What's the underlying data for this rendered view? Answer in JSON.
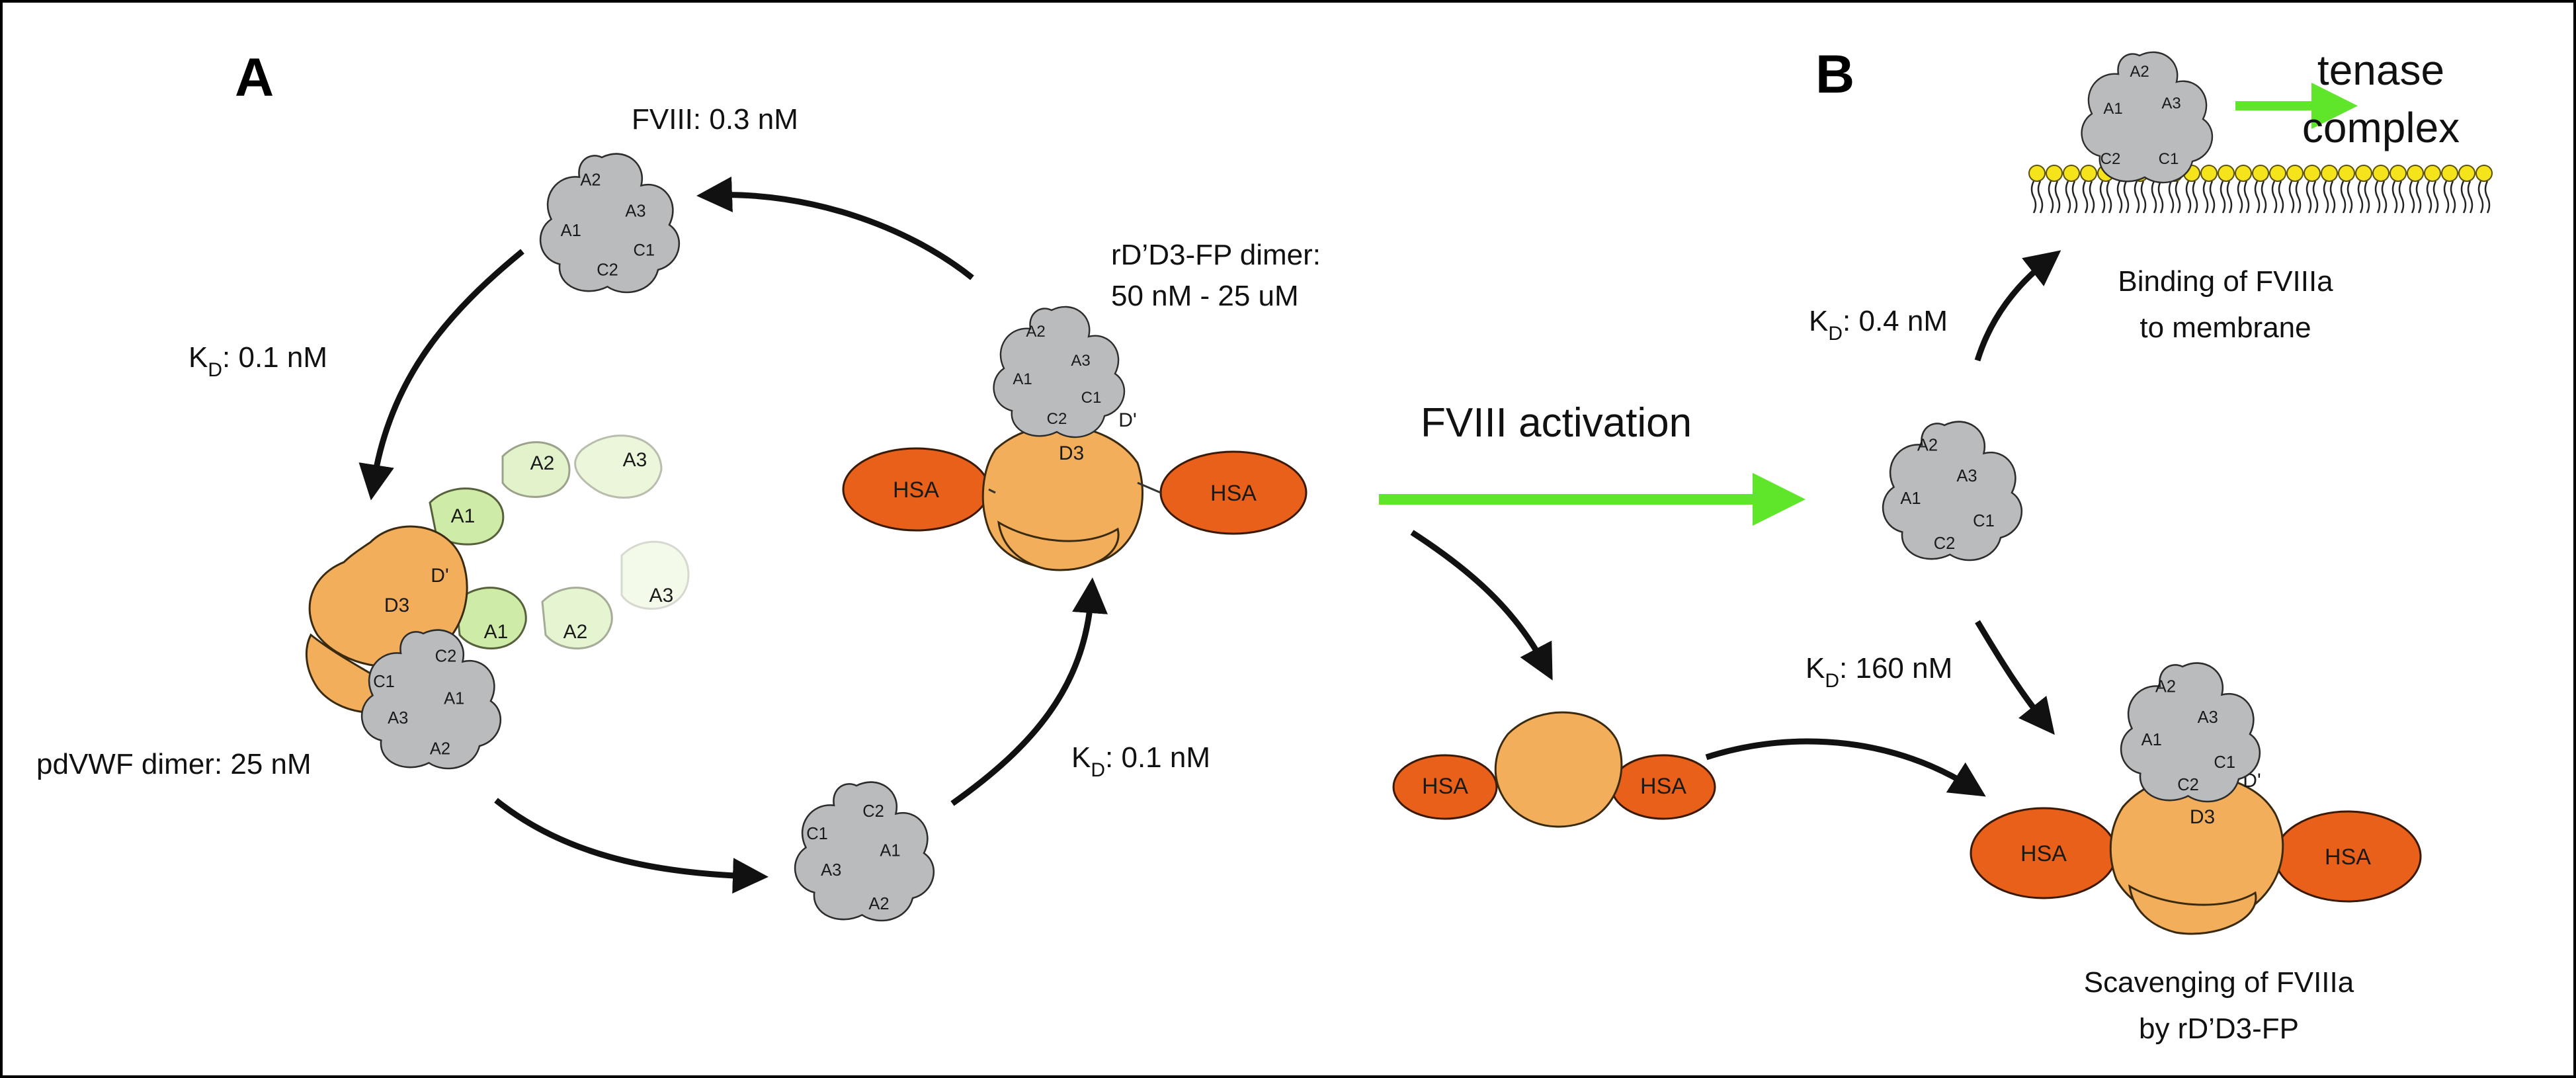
{
  "panels": {
    "a": "A",
    "b": "B"
  },
  "labels": {
    "fviii_free": "FVIII: 0.3 nM",
    "kd_left_k": "K",
    "kd_left_d": "D",
    "kd_left_val": ": 0.1 nM",
    "pdvwf": "pdVWF dimer: 25 nM",
    "rd_line1": "rD’D3-FP dimer:",
    "rd_line2": "50 nM - 25 uM",
    "kd_right_k": "K",
    "kd_right_d": "D",
    "kd_right_val": ": 0.1 nM",
    "activation": "FVIII activation",
    "tenase_1": "tenase",
    "tenase_2": "complex",
    "kd_b1_k": "K",
    "kd_b1_d": "D",
    "kd_b1_val": ": 0.4 nM",
    "binding_1": "Binding of FVIIIa",
    "binding_2": "to membrane",
    "kd_b2_k": "K",
    "kd_b2_d": "D",
    "kd_b2_val": ": 160 nM",
    "scav_1": "Scavenging of FVIIIa",
    "scav_2": "by rD’D3-FP"
  },
  "domains": {
    "a1": "A1",
    "a2": "A2",
    "a3": "A3",
    "c1": "C1",
    "c2": "C2",
    "d3": "D3",
    "dprime": "D'",
    "hsa": "HSA"
  },
  "colors": {
    "fviii": "#b9bbbd",
    "vwf_d": "#f3ae5b",
    "hsa": "#e8601a",
    "vwf_a": "#c7e89a",
    "activation_arrow": "#5fe62a",
    "membrane_head": "#f5e31c"
  }
}
